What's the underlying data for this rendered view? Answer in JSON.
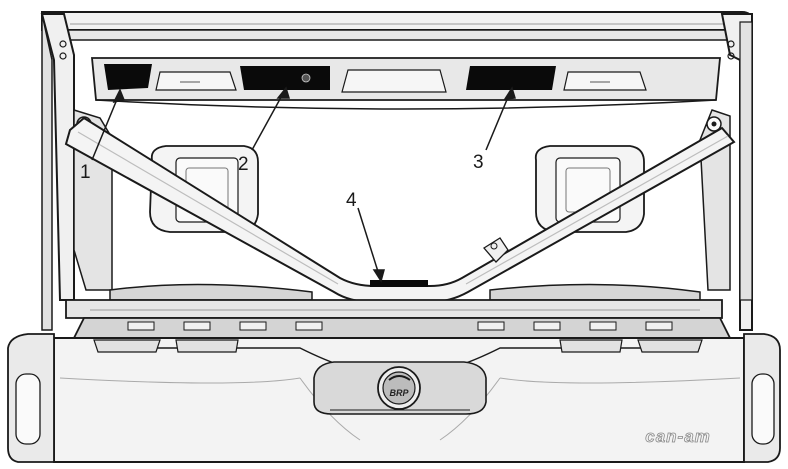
{
  "callouts": [
    {
      "id": "1",
      "label": "1"
    },
    {
      "id": "2",
      "label": "2"
    },
    {
      "id": "3",
      "label": "3"
    },
    {
      "id": "4",
      "label": "4"
    }
  ],
  "brand": {
    "logo_text": "can-am",
    "emblem_text": "BRP"
  },
  "colors": {
    "line": "#1a1a1a",
    "fill_light": "#f2f2f2",
    "fill_mid": "#d9d9d9",
    "fill_dark": "#0a0a0a"
  }
}
